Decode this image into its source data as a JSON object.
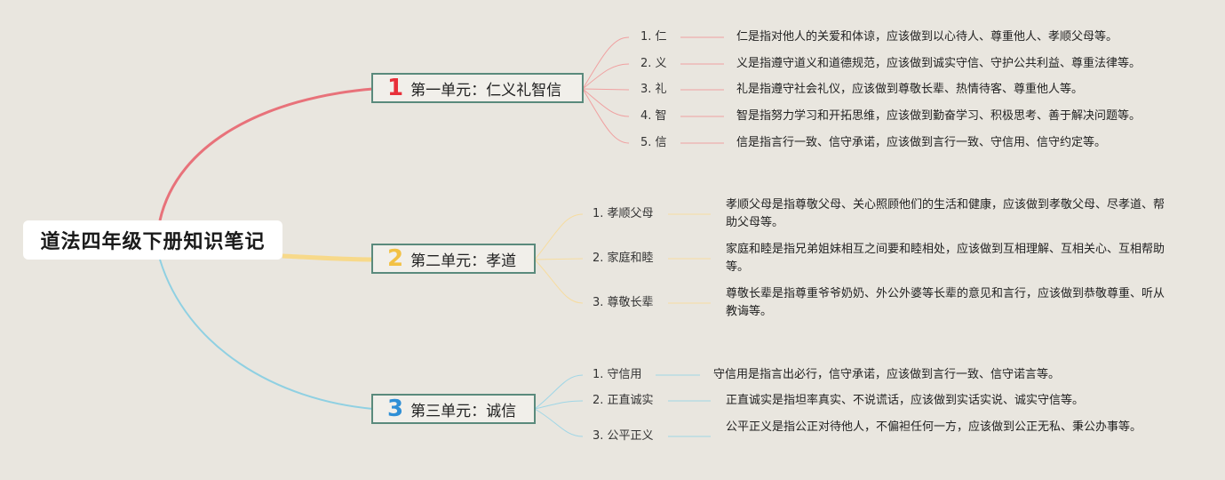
{
  "title": "道法四年级下册知识笔记",
  "units": [
    {
      "num": "1",
      "label": "第一单元：仁义礼智信",
      "color": "#e8727a",
      "items": [
        {
          "label": "1. 仁",
          "desc": "仁是指对他人的关爱和体谅，应该做到以心待人、尊重他人、孝顺父母等。"
        },
        {
          "label": "2. 义",
          "desc": "义是指遵守道义和道德规范，应该做到诚实守信、守护公共利益、尊重法律等。"
        },
        {
          "label": "3. 礼",
          "desc": "礼是指遵守社会礼仪，应该做到尊敬长辈、热情待客、尊重他人等。"
        },
        {
          "label": "4. 智",
          "desc": "智是指努力学习和开拓思维，应该做到勤奋学习、积极思考、善于解决问题等。"
        },
        {
          "label": "5. 信",
          "desc": "信是指言行一致、信守承诺，应该做到言行一致、守信用、信守约定等。"
        }
      ]
    },
    {
      "num": "2",
      "label": "第二单元：孝道",
      "color": "#f5cf6a",
      "items": [
        {
          "label": "1. 孝顺父母",
          "desc": "孝顺父母是指尊敬父母、关心照顾他们的生活和健康，应该做到孝敬父母、尽孝道、帮助父母等。"
        },
        {
          "label": "2. 家庭和睦",
          "desc": "家庭和睦是指兄弟姐妹相互之间要和睦相处，应该做到互相理解、互相关心、互相帮助等。"
        },
        {
          "label": "3. 尊敬长辈",
          "desc": "尊敬长辈是指尊重爷爷奶奶、外公外婆等长辈的意见和言行，应该做到恭敬尊重、听从教诲等。"
        }
      ]
    },
    {
      "num": "3",
      "label": "第三单元：诚信",
      "color": "#2f8fd6",
      "items": [
        {
          "label": "1. 守信用",
          "desc": "守信用是指言出必行，信守承诺，应该做到言行一致、信守诺言等。"
        },
        {
          "label": "2. 正直诚实",
          "desc": "正直诚实是指坦率真实、不说谎话，应该做到实话实说、诚实守信等。"
        },
        {
          "label": "3. 公平正义",
          "desc": "公平正义是指公正对待他人，不偏袒任何一方，应该做到公正无私、秉公办事等。"
        }
      ]
    }
  ]
}
